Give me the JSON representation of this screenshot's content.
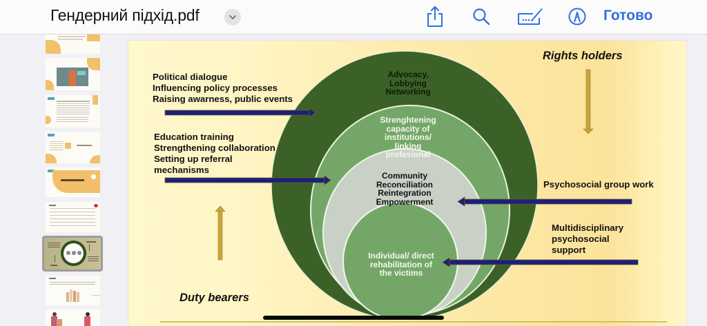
{
  "topbar": {
    "title": "Гендерний підхід.pdf",
    "icons": [
      "chevron-down-icon",
      "share-icon",
      "search-icon",
      "signature-icon",
      "markup-pen-icon"
    ],
    "done_label": "Готово",
    "accent_color": "#2f6fe0"
  },
  "sidebar": {
    "thumbnails": [
      {
        "label": "page-thumb-1"
      },
      {
        "label": "page-thumb-2"
      },
      {
        "label": "page-thumb-3"
      },
      {
        "label": "page-thumb-4"
      },
      {
        "label": "page-thumb-5"
      },
      {
        "label": "page-thumb-6"
      },
      {
        "label": "page-thumb-7",
        "selected": true
      },
      {
        "label": "page-thumb-8"
      },
      {
        "label": "page-thumb-9"
      }
    ],
    "selected_overlay_icon": "more-dots-icon"
  },
  "slide": {
    "rights_holders": "Rights holders",
    "duty_bearers": "Duty bearers",
    "left_block_1": [
      "Political dialogue",
      "Influencing policy processes",
      "Raising awarness, public events"
    ],
    "left_block_2": [
      "Education training",
      "Strengthening collaboration",
      "Setting up referral",
      "mechanisms"
    ],
    "right_block_1": [
      "Psychosocial group work"
    ],
    "right_block_2": [
      "Multidisciplinary",
      "psychosocial",
      "support"
    ],
    "rings": {
      "outer": [
        "Advocacy,",
        "Lobbying",
        "Networking"
      ],
      "second": [
        "Strenghtening",
        "capacity of",
        "institutions/",
        "linking",
        "profesional"
      ],
      "third": [
        "Community",
        "Reconciliation",
        "Reintegration",
        "Empowerment"
      ],
      "inner": [
        "Individual/ direct",
        "rehabilitation of",
        "the victims"
      ]
    },
    "colors": {
      "outer_ring": "#3b6127",
      "second_ring": "#74a767",
      "third_ring": "#c9d1c6",
      "inner_circle": "#74a767",
      "arrow_blue": "#1c1f7a",
      "arrow_gold": "#c9a53c"
    }
  }
}
